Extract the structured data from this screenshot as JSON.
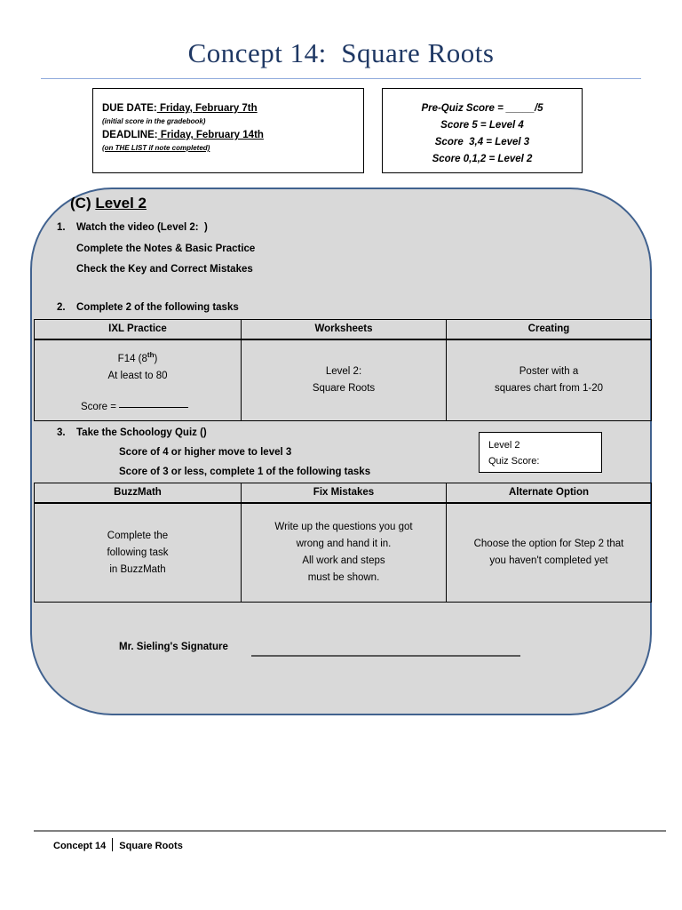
{
  "document": {
    "title": "Concept 14:  Square Roots"
  },
  "due_box": {
    "due_date_label": "DUE DATE:",
    "due_date_value": " Friday, February 7th",
    "due_date_note": "(initial score in the gradebook)",
    "deadline_label": "DEADLINE:",
    "deadline_value": " Friday, February 14th",
    "deadline_note": "(on THE LIST if note completed)"
  },
  "prequiz_box": {
    "lines": [
      "Pre-Quiz Score = _____/5",
      "Score 5 = Level 4",
      "Score  3,4 = Level 3",
      "Score 0,1,2 = Level 2"
    ]
  },
  "panel": {
    "heading_prefix": "(C) ",
    "heading_underlined": "Level 2",
    "steps": [
      {
        "number": "1.",
        "lines": [
          "Watch the video (Level 2:  )",
          "Complete the Notes & Basic Practice",
          "Check the Key and Correct Mistakes"
        ]
      },
      {
        "number": "2.",
        "lines": [
          "Complete 2 of the following tasks"
        ]
      },
      {
        "number": "3.",
        "lines": [
          "Take the Schoology Quiz ()",
          "Score of 4 or higher move to level 3",
          "Score of 3 or less, complete 1 of the following tasks"
        ]
      }
    ],
    "quiz_box": {
      "line1": "Level 2",
      "line2": "Quiz Score:"
    },
    "signature": {
      "label": "Mr. Sieling's Signature"
    }
  },
  "table_tasks": {
    "headers": [
      "IXL Practice",
      "Worksheets",
      "Creating"
    ],
    "cells": {
      "ixl_code": "F14 (8",
      "ixl_code_sup": "th",
      "ixl_code_end": ")",
      "ixl_target": "At least to 80",
      "ixl_score_label": "Score =",
      "worksheets": "Level 2:\nSquare Roots",
      "creating": "Poster with a\nsquares chart from 1-20"
    }
  },
  "table_remediation": {
    "headers": [
      "BuzzMath",
      "Fix Mistakes",
      "Alternate Option"
    ],
    "cells": {
      "buzzmath": "Complete the\nfollowing task\nin BuzzMath",
      "fix_mistakes": "Write up the questions you got\nwrong and hand it in.\nAll work and steps\nmust be shown.",
      "alternate_option": "Choose the option for Step 2 that\nyou haven't completed yet"
    }
  },
  "footer": {
    "left": "Concept 14",
    "right": "Square Roots"
  },
  "colors": {
    "title": "#1F3864",
    "title_rule": "#8FAADC",
    "panel_border": "#41628F",
    "panel_fill": "#D9D9D9"
  }
}
